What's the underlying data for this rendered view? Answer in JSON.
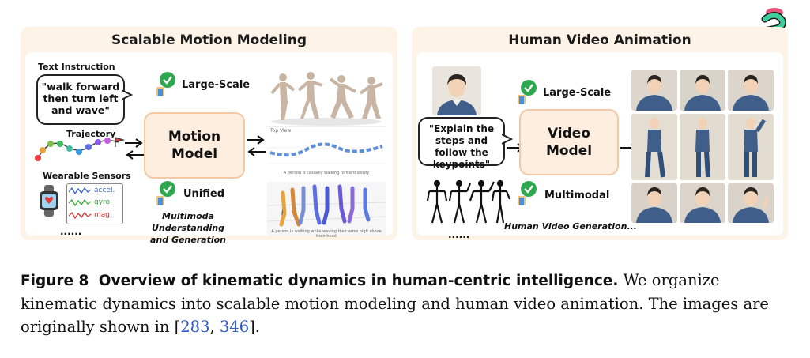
{
  "left_panel": {
    "title": "Scalable Motion Modeling",
    "text_instruction_label": "Text Instruction",
    "instruction_text": "\"walk forward then turn left and wave\"",
    "trajectory_label": "Trajectory",
    "wearable_label": "Wearable Sensors",
    "sensor_lines": [
      "accel.",
      "gyro",
      "mag"
    ],
    "ellipsis": "......",
    "model_label_1": "Motion",
    "model_label_2": "Model",
    "tag_top": "Large-Scale",
    "tag_bottom": "Unified",
    "bottom_text_1": "Multimoda Understanding",
    "bottom_text_2": "and Generation",
    "top_view_label": "Top View",
    "trajectory_caption": "A person is casually walking forward slowly",
    "motion_caption": "A person is walking while waving their arms high above their head"
  },
  "right_panel": {
    "title": "Human Video Animation",
    "prompt_text": "\"Explain the steps and follow the keypoints\"",
    "model_label_1": "Video",
    "model_label_2": "Model",
    "tag_top": "Large-Scale",
    "tag_bottom": "Multimodal",
    "bottom_text": "Human Video Generation...",
    "ellipsis": "......"
  },
  "caption": {
    "label": "Figure 8",
    "heading": "Overview of kinematic dynamics in human-centric intelligence.",
    "body": "We organize kinematic dynamics into scalable motion modeling and human video animation. The images are originally shown in [",
    "ref1": "283",
    "sep": ", ",
    "ref2": "346",
    "end": "]."
  },
  "colors": {
    "panel_bg": "#fdf3e7",
    "model_bg": "#fdeee0",
    "model_border": "#f2c9a4",
    "ref_link": "#2a57c8",
    "logo_green": "#3ecf9a"
  }
}
